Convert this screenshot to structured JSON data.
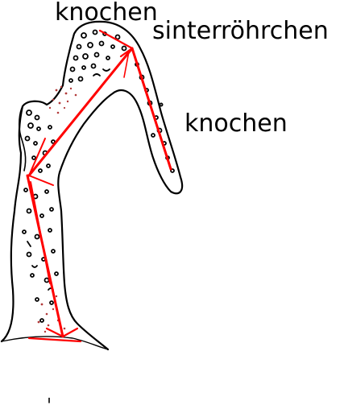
{
  "labels": {
    "top": "knochen",
    "sinter": "sinterröhrchen",
    "right": "knochen"
  },
  "colors": {
    "outline": "#000000",
    "stroke_highlight": "#ff0000",
    "speckle": "#b23a3a",
    "background": "#ffffff"
  }
}
